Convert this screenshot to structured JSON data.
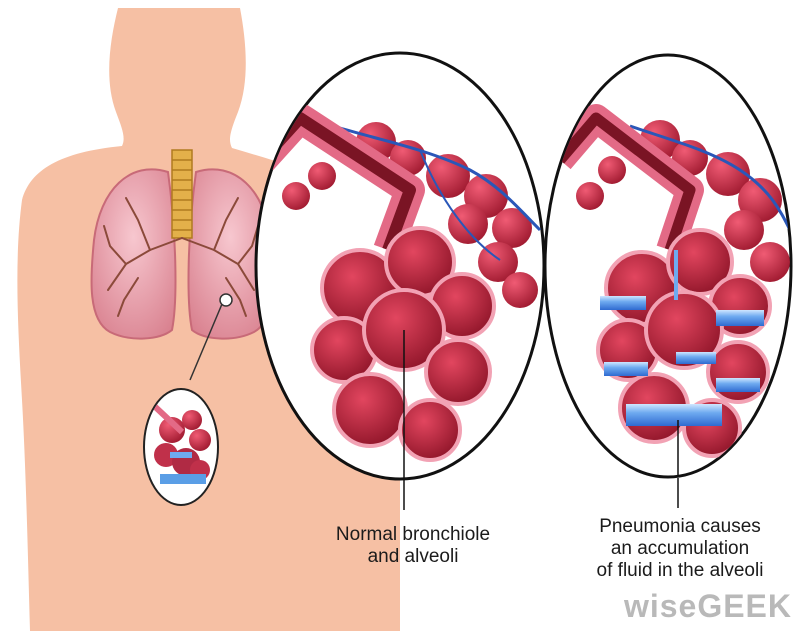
{
  "labels": {
    "normal": {
      "line1": "Normal bronchiole",
      "line2": "and alveoli"
    },
    "pneumonia": {
      "line1": "Pneumonia causes",
      "line2": "an accumulation",
      "line3": "of fluid in the alveoli"
    }
  },
  "watermark": "wiseGEEK",
  "colors": {
    "skin": "#f6c0a4",
    "lung": "#e8a0ad",
    "alveoli": "#b4243c",
    "bronchiole": "#e36a86",
    "fluid": "#5a9ee6",
    "vein": "#2a57b8"
  }
}
